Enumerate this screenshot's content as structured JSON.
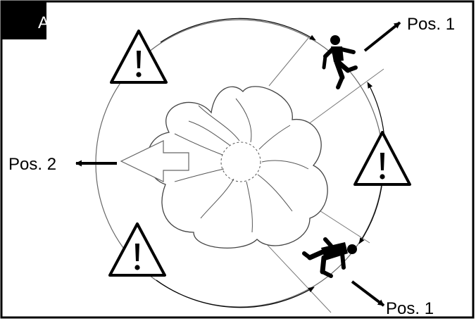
{
  "figure": {
    "panel_tag": "A",
    "labels": {
      "pos1_top": "Pos. 1",
      "pos1_bottom": "Pos. 1",
      "pos2": "Pos. 2"
    },
    "colors": {
      "ink": "#000000",
      "thin_line": "#555555",
      "background": "#ffffff",
      "tag_background": "#000000"
    },
    "icons": [
      "warning-triangle-icon",
      "running-person-icon",
      "flower-rotor-icon",
      "hollow-arrow-icon",
      "arrow-icon"
    ]
  }
}
